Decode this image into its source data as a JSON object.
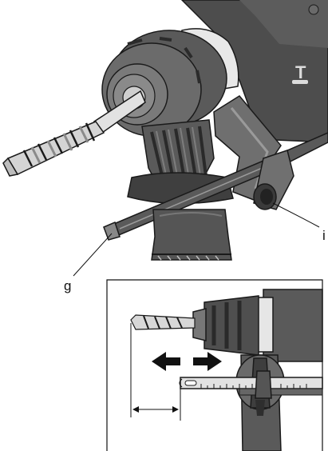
{
  "labels": {
    "g": "g",
    "i": "i"
  },
  "colors": {
    "body_dark": "#4a4a4a",
    "body_mid": "#6e6e6e",
    "body_light": "#a8a8a8",
    "collar": "#e6e6e6",
    "outline": "#1a1a1a",
    "bit": "#d6d6d6"
  },
  "icons": [
    "drill-bit",
    "double-arrow",
    "depth-stop-rod",
    "dimension-arrow"
  ]
}
